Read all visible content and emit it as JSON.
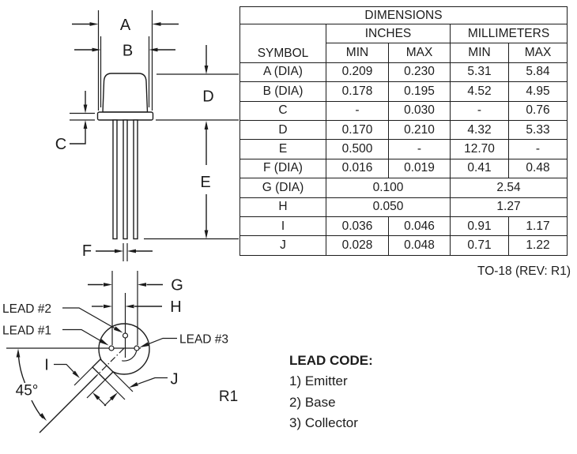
{
  "drawing": {
    "dim_labels": {
      "A": "A",
      "B": "B",
      "C": "C",
      "D": "D",
      "E": "E",
      "F": "F",
      "G": "G",
      "H": "H",
      "I": "I",
      "J": "J"
    },
    "angle_label": "45°",
    "rev_label": "R1",
    "lead_labels": {
      "lead1": "LEAD #1",
      "lead2": "LEAD #2",
      "lead3": "LEAD #3"
    }
  },
  "table": {
    "title": "DIMENSIONS",
    "symbol_header": "SYMBOL",
    "group_headers": {
      "inches": "INCHES",
      "millimeters": "MILLIMETERS"
    },
    "sub_headers": {
      "min1": "MIN",
      "max1": "MAX",
      "min2": "MIN",
      "max2": "MAX"
    },
    "rows": [
      {
        "symbol": "A (DIA)",
        "cells": [
          "0.209",
          "0.230",
          "5.31",
          "5.84"
        ]
      },
      {
        "symbol": "B (DIA)",
        "cells": [
          "0.178",
          "0.195",
          "4.52",
          "4.95"
        ]
      },
      {
        "symbol": "C",
        "cells": [
          "-",
          "0.030",
          "-",
          "0.76"
        ]
      },
      {
        "symbol": "D",
        "cells": [
          "0.170",
          "0.210",
          "4.32",
          "5.33"
        ]
      },
      {
        "symbol": "E",
        "cells": [
          "0.500",
          "-",
          "12.70",
          "-"
        ]
      },
      {
        "symbol": "F (DIA)",
        "cells": [
          "0.016",
          "0.019",
          "0.41",
          "0.48"
        ]
      },
      {
        "symbol": "G (DIA)",
        "cells": [
          "0.100",
          "2.54"
        ]
      },
      {
        "symbol": "H",
        "cells": [
          "0.050",
          "1.27"
        ]
      },
      {
        "symbol": "I",
        "cells": [
          "0.036",
          "0.046",
          "0.91",
          "1.17"
        ]
      },
      {
        "symbol": "J",
        "cells": [
          "0.028",
          "0.048",
          "0.71",
          "1.22"
        ]
      }
    ],
    "footnote": "TO-18 (REV: R1)"
  },
  "lead_code": {
    "title": "LEAD CODE:",
    "items": [
      "1) Emitter",
      "2) Base",
      "3) Collector"
    ]
  },
  "colors": {
    "ink": "#1c1c1c",
    "background": "#ffffff"
  }
}
